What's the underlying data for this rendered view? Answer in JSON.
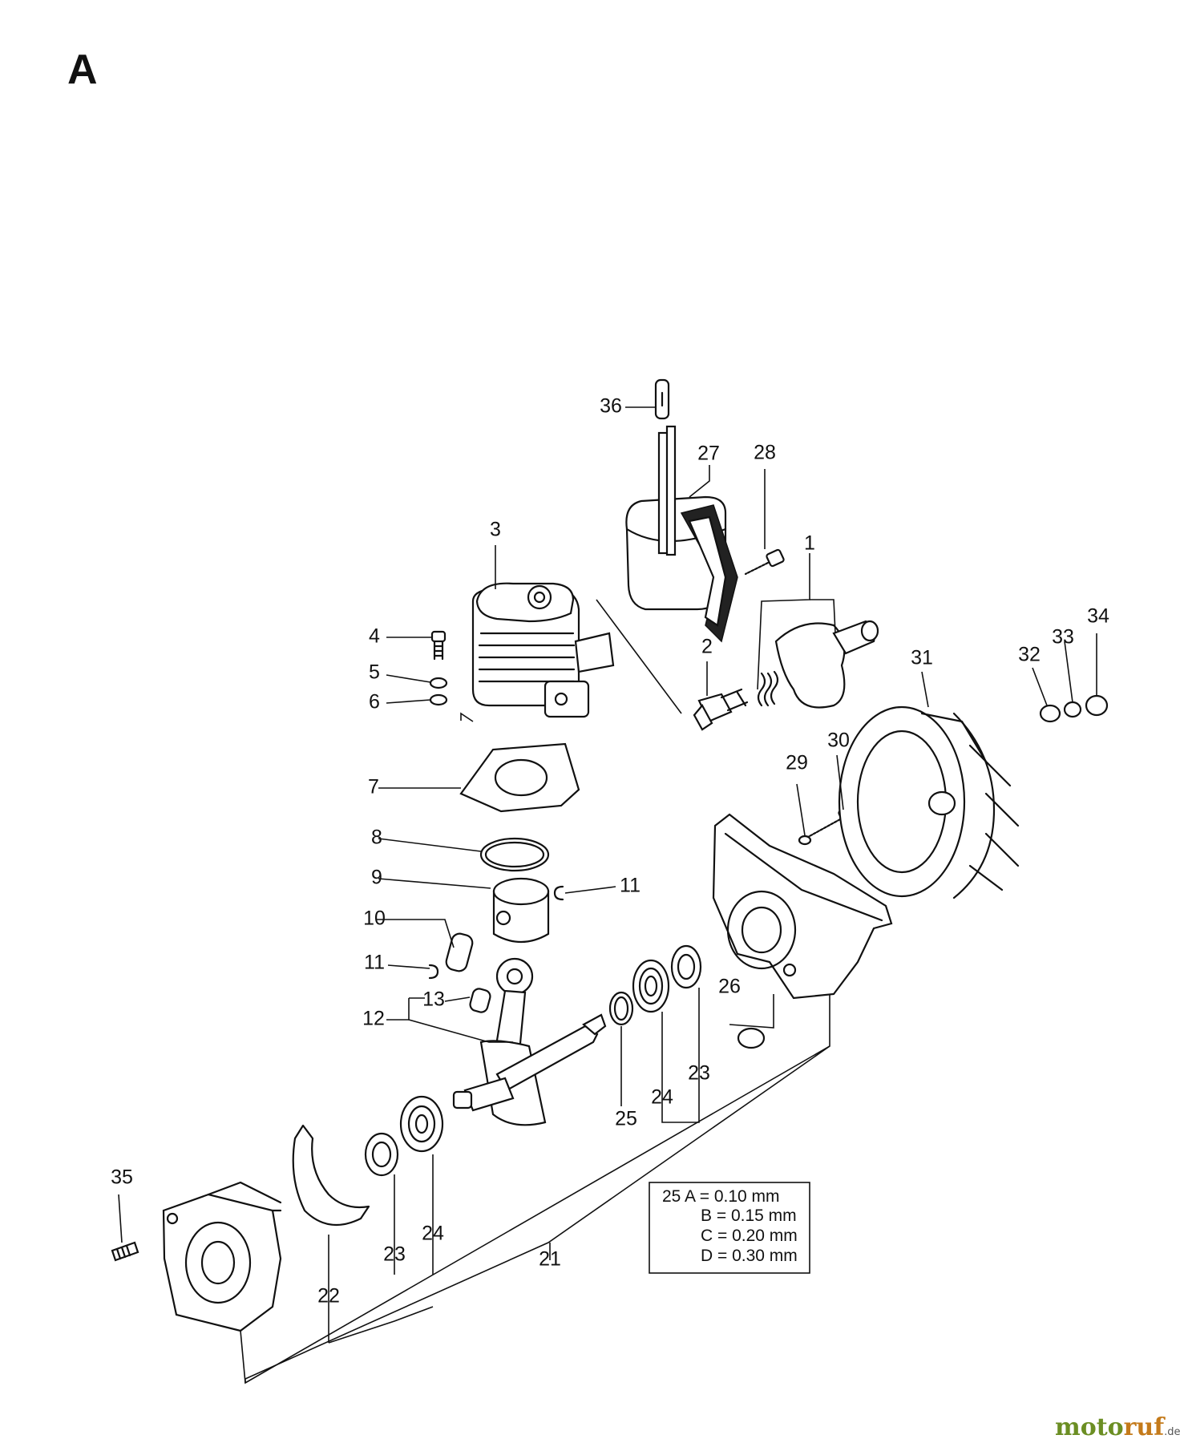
{
  "section_letter": "A",
  "callouts": {
    "c1": "1",
    "c2": "2",
    "c3": "3",
    "c4": "4",
    "c5": "5",
    "c6": "6",
    "c7": "7",
    "c8": "8",
    "c9": "9",
    "c10": "10",
    "c11a": "11",
    "c11b": "11",
    "c12": "12",
    "c13": "13",
    "c21": "21",
    "c22": "22",
    "c23a": "23",
    "c23b": "23",
    "c24a": "24",
    "c24b": "24",
    "c25": "25",
    "c26": "26",
    "c27": "27",
    "c28": "28",
    "c29": "29",
    "c30": "30",
    "c31": "31",
    "c32": "32",
    "c33": "33",
    "c34": "34",
    "c35": "35",
    "c36": "36"
  },
  "spec_table": {
    "row1": "25 A  =  0.10 mm",
    "row2": "B  =  0.15 mm",
    "row3": "C  =  0.20 mm",
    "row4": "D  =  0.30 mm"
  },
  "watermark": {
    "part1": "moto",
    "part2": "ruf",
    "suffix": ".de"
  }
}
